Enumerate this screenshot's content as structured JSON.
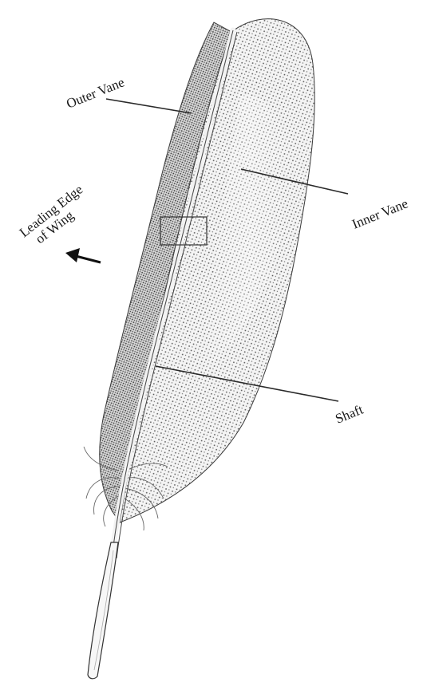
{
  "diagram": {
    "labels": {
      "outer_vane": "Outer Vane",
      "inner_vane": "Inner Vane",
      "leading_edge_line1": "Leading Edge",
      "leading_edge_line2": "of Wing",
      "shaft": "Shaft"
    },
    "icons": {
      "direction_arrow": "arrow-left-icon"
    },
    "colors": {
      "ink": "#1a1a1a",
      "feather_shade": "#9a9a9a",
      "background": "#ffffff"
    }
  }
}
